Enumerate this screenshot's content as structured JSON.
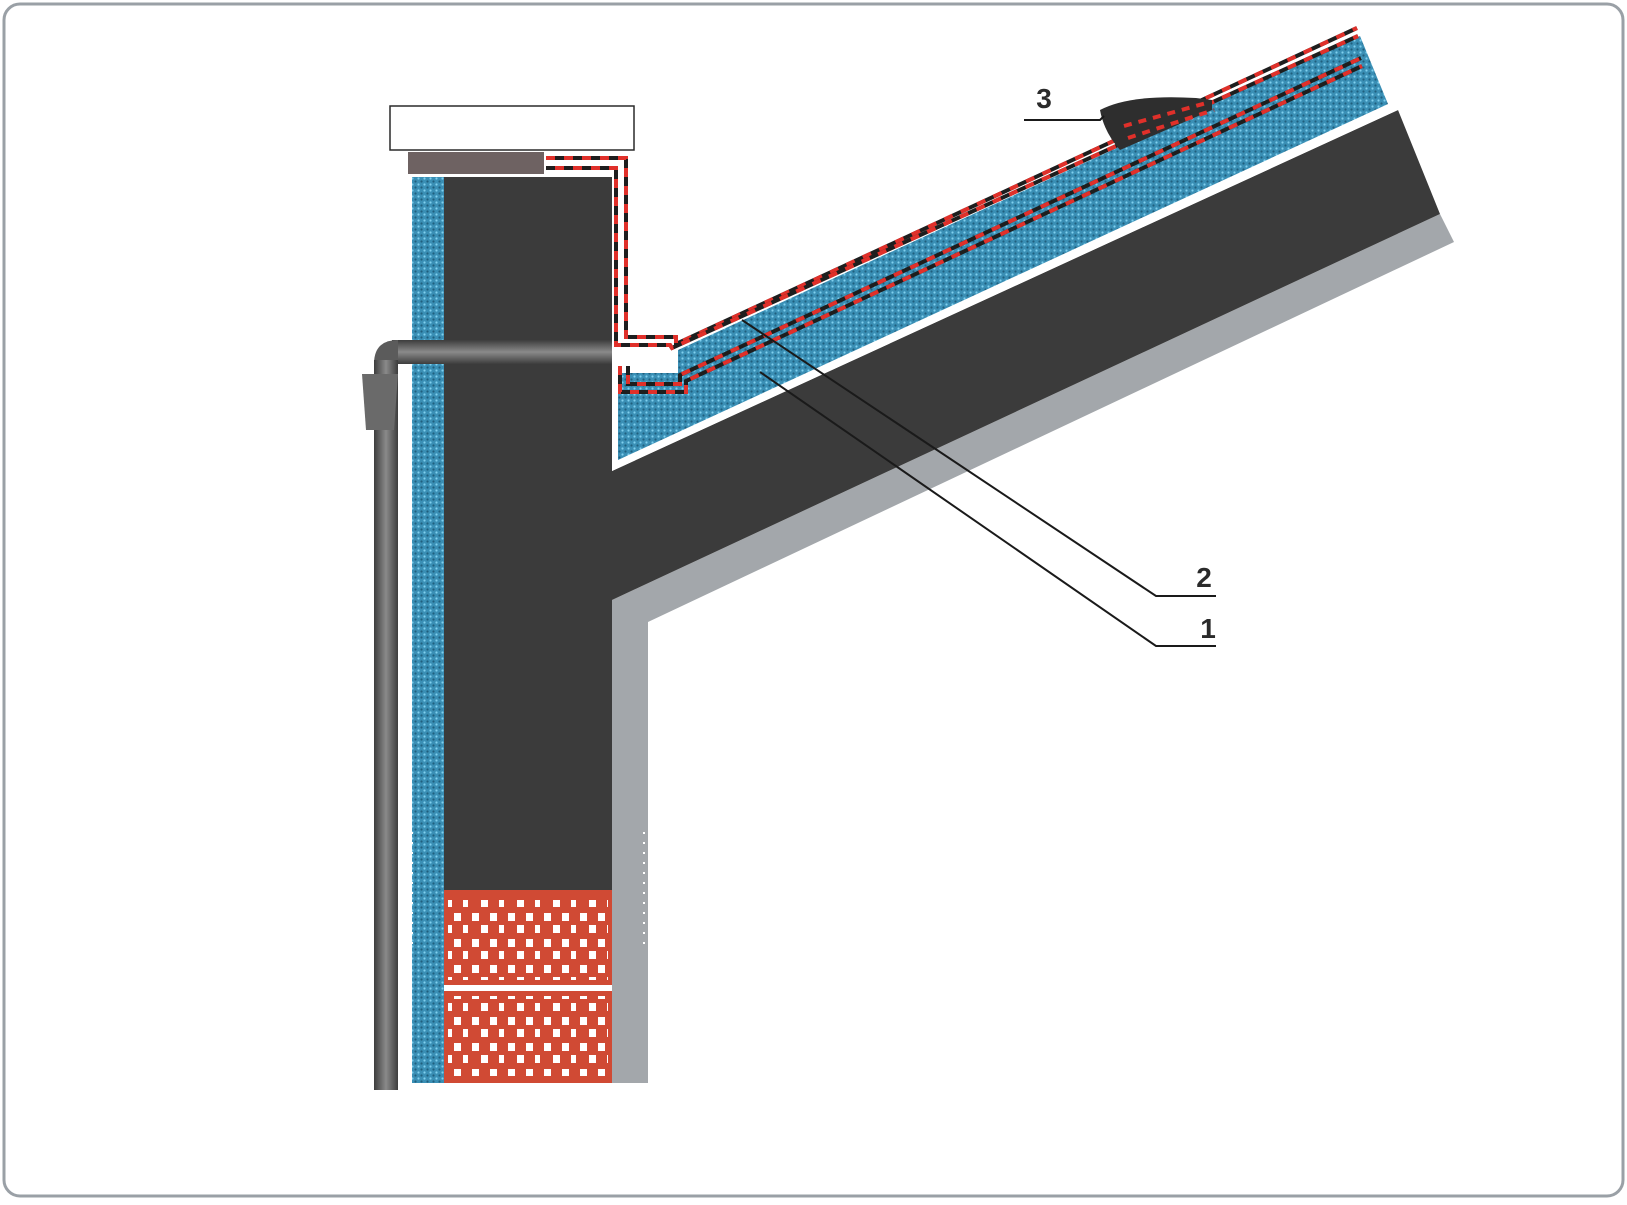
{
  "diagram": {
    "callouts": [
      {
        "id": "callout-1",
        "label": "1"
      },
      {
        "id": "callout-2",
        "label": "2"
      },
      {
        "id": "callout-3",
        "label": "3"
      }
    ]
  },
  "colors": {
    "frame_border": "#9aa0a6",
    "concrete": "#3b3b3b",
    "plaster": "#a3a7ab",
    "insulation": "#3a8fb5",
    "membrane_red": "#e0302a",
    "membrane_black": "#1e1e1e",
    "brick": "#d04a34",
    "coping_stone": "#6e6262",
    "drain_pipe": "#5b5b5b",
    "leader_line": "#1a1a1a"
  }
}
